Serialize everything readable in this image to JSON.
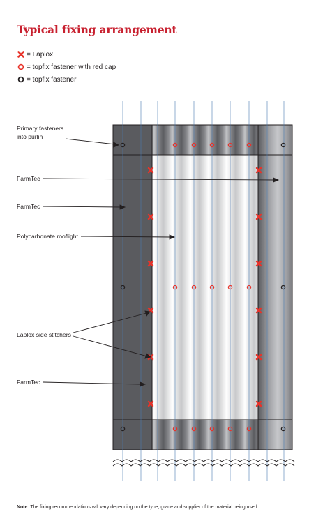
{
  "title": "Typical fixing arrangement",
  "legend": [
    {
      "symbol": "laplox",
      "text": "= Laplox"
    },
    {
      "symbol": "topfix-red",
      "text": "= topfix fastener with red cap"
    },
    {
      "symbol": "topfix",
      "text": "= topfix fastener"
    }
  ],
  "labels": {
    "primary_1": "Primary fasteners",
    "primary_2": "into purlin",
    "farmtec_1": "FarmTec",
    "farmtec_2": "FarmTec",
    "rooflight": "Polycarbonate rooflight",
    "laplox": "Laplox side stitchers",
    "farmtec_3": "FarmTec"
  },
  "note": {
    "label": "Note:",
    "text": " The fixing recommendations will vary depending on the type, grade and supplier of the material being used."
  },
  "colors": {
    "accent": "#c8202f",
    "marker_red": "#e8332a",
    "sheet_dark": "#6e6f73",
    "sheet_light": "#c9cacc"
  }
}
